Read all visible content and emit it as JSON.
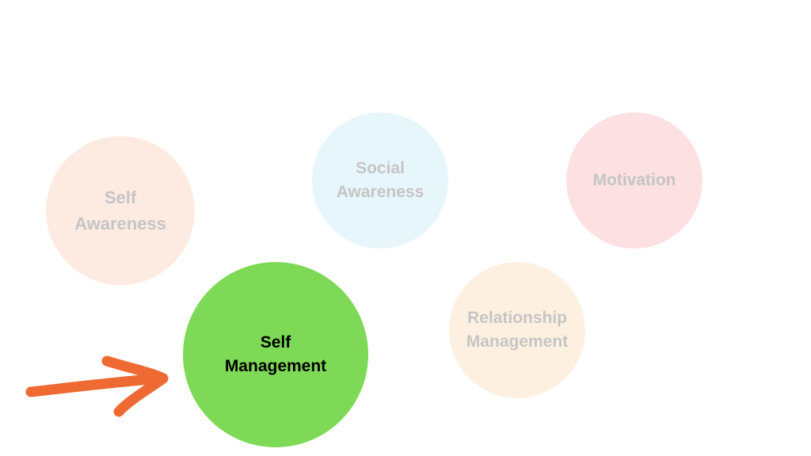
{
  "diagram": {
    "nodes": [
      {
        "id": "self-awareness",
        "label": "Self\nAwareness",
        "fill": "#fdebe2",
        "text_color": "#c5c5c5",
        "highlighted": false
      },
      {
        "id": "social-awareness",
        "label": "Social\nAwareness",
        "fill": "#e7f6fb",
        "text_color": "#c5c5c5",
        "highlighted": false
      },
      {
        "id": "motivation",
        "label": "Motivation",
        "fill": "#fde0e1",
        "text_color": "#c5c5c5",
        "highlighted": false
      },
      {
        "id": "self-management",
        "label": "Self\nManagement",
        "fill": "#7ed957",
        "text_color": "#000000",
        "highlighted": true
      },
      {
        "id": "relationship-management",
        "label": "Relationship\nManagement",
        "fill": "#fdf0e1",
        "text_color": "#c5c5c5",
        "highlighted": false
      }
    ],
    "pointer": {
      "icon": "arrow-right-icon",
      "color": "#ef6a33",
      "points_to": "self-management"
    }
  }
}
